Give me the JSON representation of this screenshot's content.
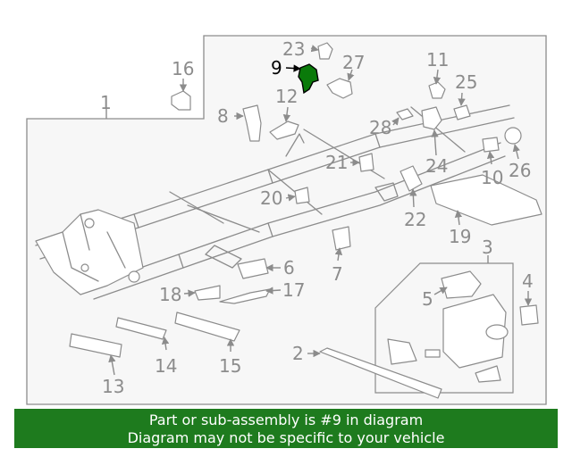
{
  "diagram": {
    "highlight_color": "#0a7a0a",
    "callouts": {
      "c1": "1",
      "c2": "2",
      "c3": "3",
      "c4": "4",
      "c5": "5",
      "c6": "6",
      "c7": "7",
      "c8": "8",
      "c9": "9",
      "c10": "10",
      "c11": "11",
      "c12": "12",
      "c13": "13",
      "c14": "14",
      "c15": "15",
      "c16": "16",
      "c17": "17",
      "c18": "18",
      "c19": "19",
      "c20": "20",
      "c21": "21",
      "c22": "22",
      "c23": "23",
      "c24": "24",
      "c25": "25",
      "c26": "26",
      "c27": "27",
      "c28": "28"
    },
    "highlighted_part": "9"
  },
  "footer": {
    "line1": "Part or sub-assembly is #9 in diagram",
    "line2": "Diagram may not be specific to your vehicle",
    "background": "#1e7b1e"
  }
}
